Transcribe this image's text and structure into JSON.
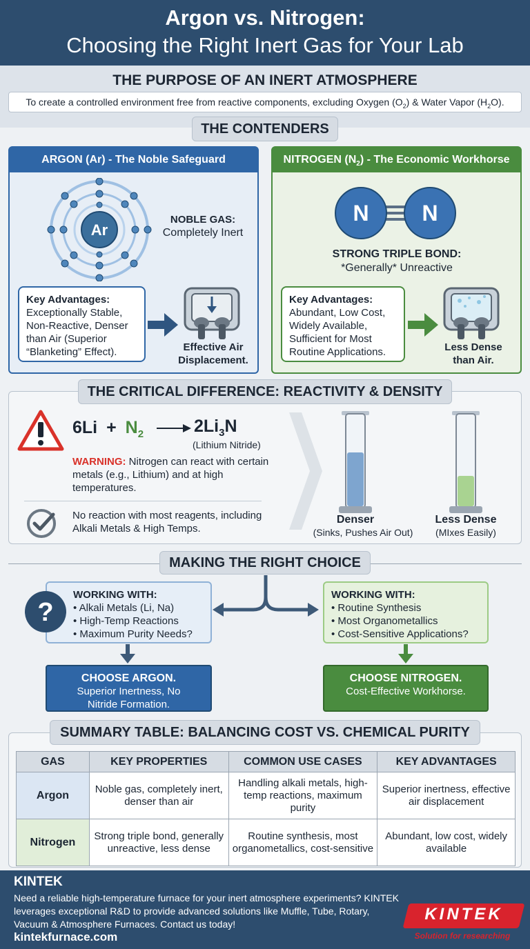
{
  "header": {
    "title_line1": "Argon vs. Nitrogen:",
    "title_line2": "Choosing the Right Inert Gas for Your Lab"
  },
  "purpose": {
    "title": "THE PURPOSE OF AN INERT ATMOSPHERE",
    "text_main": "To create a controlled environment free from reactive components, excluding Oxygen (O",
    "o2_sub": "2",
    "text_mid": ") & Water Vapor (H",
    "h2o_sub": "2",
    "text_end": "O)."
  },
  "contenders": {
    "title": "THE CONTENDERS",
    "argon": {
      "header": "ARGON (Ar) - The Noble Safeguard",
      "atom_symbol": "Ar",
      "property_title": "NOBLE GAS:",
      "property_text": "Completely Inert",
      "adv_title": "Key Advantages:",
      "adv_text": "Exceptionally Stable, Non-Reactive, Denser than Air (Superior “Blanketing” Effect).",
      "result_text": "Effective Air Displacement."
    },
    "nitrogen": {
      "header_pre": "NITROGEN (N",
      "header_sub": "2",
      "header_post": ") - The Economic Workhorse",
      "atom_left": "N",
      "atom_right": "N",
      "property_title": "STRONG TRIPLE BOND:",
      "property_text": "*Generally* Unreactive",
      "adv_title": "Key Advantages:",
      "adv_text": "Abundant, Low Cost, Widely Available, Sufficient for Most Routine Applications.",
      "result_text": "Less Dense than Air."
    }
  },
  "critical": {
    "title": "THE CRITICAL DIFFERENCE: REACTIVITY & DENSITY",
    "eq_left": "6Li",
    "eq_plus": "+",
    "eq_n": "N",
    "eq_n_sub": "2",
    "eq_right_pre": "2Li",
    "eq_right_sub": "3",
    "eq_right_post": "N",
    "eq_note": "(Lithium Nitride)",
    "warning_label": "WARNING:",
    "warning_text": " Nitrogen can react with certain metals (e.g., Lithium) and at high temperatures.",
    "ok_text": "No reaction with most reagents, including Alkali Metals & High Temps.",
    "denser_title": "Denser",
    "denser_sub": "(Sinks, Pushes Air Out)",
    "less_title": "Less Dense",
    "less_sub": "(MIxes Easily)"
  },
  "choice": {
    "title": "MAKING THE RIGHT CHOICE",
    "left": {
      "title": "WORKING WITH:",
      "items": [
        "Alkali Metals (Li, Na)",
        "High-Temp Reactions",
        "Maximum Purity Needs?"
      ],
      "result_title": "CHOOSE ARGON.",
      "result_text": "Superior Inertness, No Nitride Formation."
    },
    "right": {
      "title": "WORKING WITH:",
      "items": [
        "Routine Synthesis",
        "Most Organometallics",
        "Cost-Sensitive Applications?"
      ],
      "result_title": "CHOOSE NITROGEN.",
      "result_text": "Cost-Effective Workhorse."
    }
  },
  "summary": {
    "title": "SUMMARY TABLE: BALANCING COST VS. CHEMICAL PURITY",
    "headers": [
      "GAS",
      "KEY PROPERTIES",
      "COMMON USE CASES",
      "KEY ADVANTAGES"
    ],
    "rows": [
      [
        "Argon",
        "Noble gas, completely inert, denser than air",
        "Handling alkali metals, high-temp reactions, maximum purity",
        "Superior inertness, effective air displacement"
      ],
      [
        "Nitrogen",
        "Strong triple bond, generally unreactive, less dense",
        "Routine synthesis, most organometallics, cost-sensitive",
        "Abundant, low cost, widely available"
      ]
    ]
  },
  "footer": {
    "brand": "KINTEK",
    "text": "Need a reliable high-temperature furnace for your inert atmosphere experiments? KINTEK leverages exceptional R&D to provide advanced solutions like Muffle, Tube, Rotary, Vacuum & Atmosphere Furnaces. Contact us today!",
    "url": "kintekfurnace.com",
    "logo_text": "KINTEK",
    "logo_tagline": "Solution for researching"
  }
}
